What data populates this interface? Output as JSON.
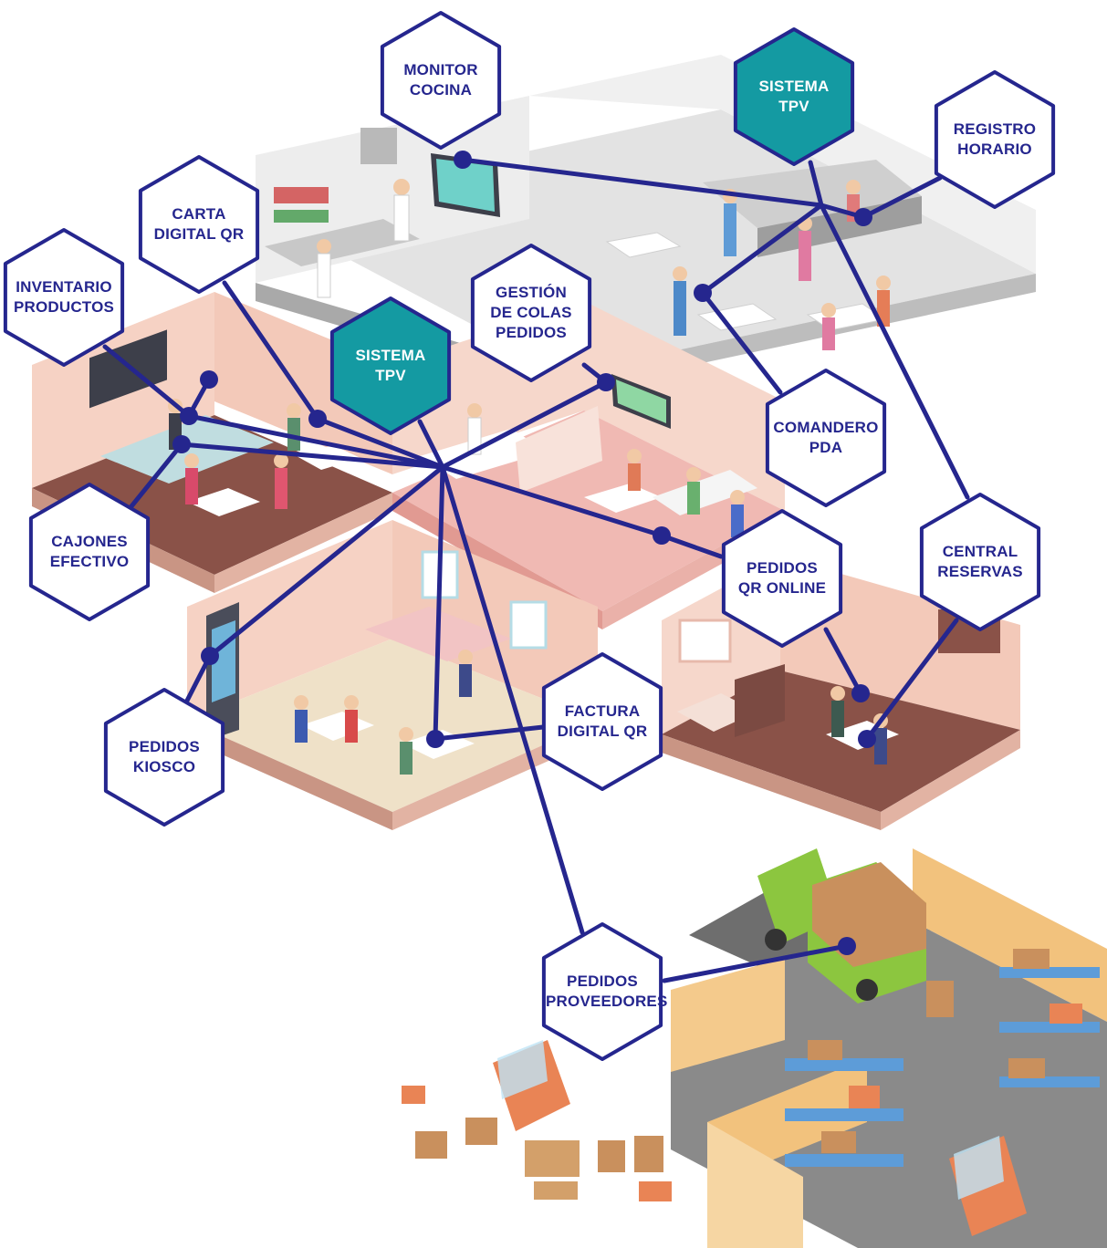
{
  "colors": {
    "accent": "#25268e",
    "primary_fill": "#149aa2",
    "node_fill": "#ffffff",
    "floor_pink": "#f2c4b4",
    "floor_wood": "#8a5248",
    "wall_grey": "#d9d9d9",
    "warehouse_wall": "#f1c27d",
    "warehouse_floor": "#7d7d7d"
  },
  "nodes": [
    {
      "id": "monitor-cocina",
      "lines": [
        "MONITOR",
        "COCINA"
      ],
      "primary": false
    },
    {
      "id": "sistema-tpv-top",
      "lines": [
        "SISTEMA",
        "TPV"
      ],
      "primary": true
    },
    {
      "id": "registro-horario",
      "lines": [
        "REGISTRO",
        "HORARIO"
      ],
      "primary": false
    },
    {
      "id": "carta-digital-qr",
      "lines": [
        "CARTA",
        "DIGITAL QR"
      ],
      "primary": false
    },
    {
      "id": "inventario-productos",
      "lines": [
        "INVENTARIO",
        "PRODUCTOS"
      ],
      "primary": false
    },
    {
      "id": "gestion-colas-pedidos",
      "lines": [
        "GESTIÓN",
        "DE COLAS",
        "PEDIDOS"
      ],
      "primary": false
    },
    {
      "id": "sistema-tpv-center",
      "lines": [
        "SISTEMA",
        "TPV"
      ],
      "primary": true
    },
    {
      "id": "comandero-pda",
      "lines": [
        "COMANDERO",
        "PDA"
      ],
      "primary": false
    },
    {
      "id": "cajones-efectivo",
      "lines": [
        "CAJONES",
        "EFECTIVO"
      ],
      "primary": false
    },
    {
      "id": "pedidos-qr-online",
      "lines": [
        "PEDIDOS",
        "QR ONLINE"
      ],
      "primary": false
    },
    {
      "id": "central-reservas",
      "lines": [
        "CENTRAL",
        "RESERVAS"
      ],
      "primary": false
    },
    {
      "id": "factura-digital-qr",
      "lines": [
        "FACTURA",
        "DIGITAL QR"
      ],
      "primary": false
    },
    {
      "id": "pedidos-kiosco",
      "lines": [
        "PEDIDOS",
        "KIOSCO"
      ],
      "primary": false
    },
    {
      "id": "pedidos-proveedores",
      "lines": [
        "PEDIDOS",
        "PROVEEDORES"
      ],
      "primary": false
    }
  ]
}
